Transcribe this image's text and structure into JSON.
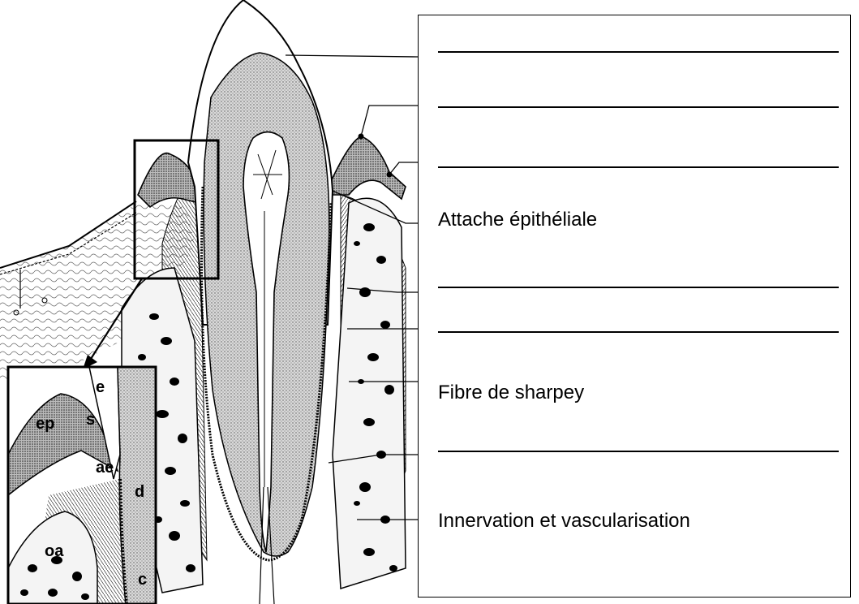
{
  "labels": {
    "attache": "Attache épithéliale",
    "sharpey": "Fibre de sharpey",
    "innervation": "Innervation et vascularisation"
  },
  "inset_letters": {
    "e": "e",
    "ep": "ep",
    "s": "s",
    "ae": "ae",
    "d": "d",
    "oa": "oa",
    "c": "c"
  }
}
